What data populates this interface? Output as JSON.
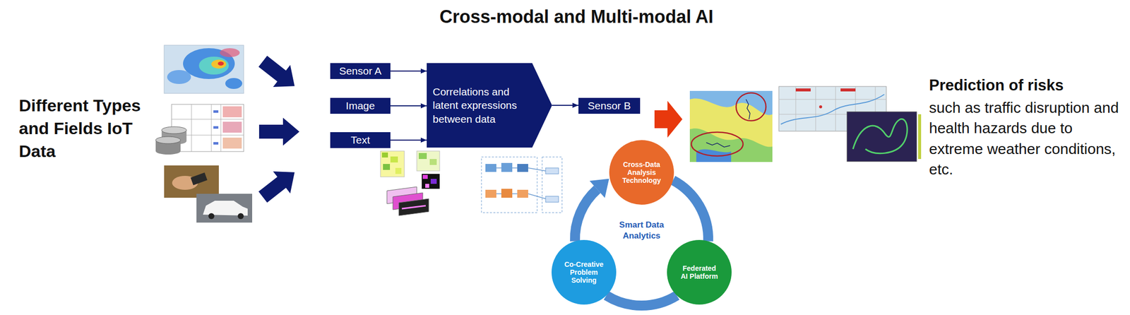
{
  "diagram": {
    "title": "Cross-modal and Multi-modal AI",
    "nodes": [
      {
        "text": [
          "Sensor A"
        ]
      },
      {
        "text": [
          "Image"
        ]
      },
      {
        "text": [
          "Text"
        ]
      },
      {
        "text": [
          "Correlations and latent expressions between data"
        ]
      },
      {
        "text": [
          "Sensor B"
        ]
      },
      {
        "text": [
          "Cross-Data Analysis Technology"
        ]
      },
      {
        "text": [
          "Co-Creative Problem Solving"
        ]
      },
      {
        "text": [
          "Federated AI Platform"
        ]
      }
    ],
    "edges": [
      {
        "from": 0,
        "to": 3,
        "arrow": "to"
      },
      {
        "from": 1,
        "to": 3,
        "arrow": "to"
      },
      {
        "from": 2,
        "to": 3,
        "arrow": "to"
      },
      {
        "from": 3,
        "to": 4,
        "arrow": "to"
      },
      {
        "from": 6,
        "to": 5,
        "arrow": "to"
      },
      {
        "from": 5,
        "to": 7,
        "arrow": "none"
      },
      {
        "from": 7,
        "to": 6,
        "arrow": "none"
      }
    ],
    "labels": [
      "Different Types and Fields IoT Data",
      "Smart Data Analytics",
      "Prediction of risks",
      "such as traffic disruption and health hazards due to extreme weather conditions, etc."
    ]
  }
}
